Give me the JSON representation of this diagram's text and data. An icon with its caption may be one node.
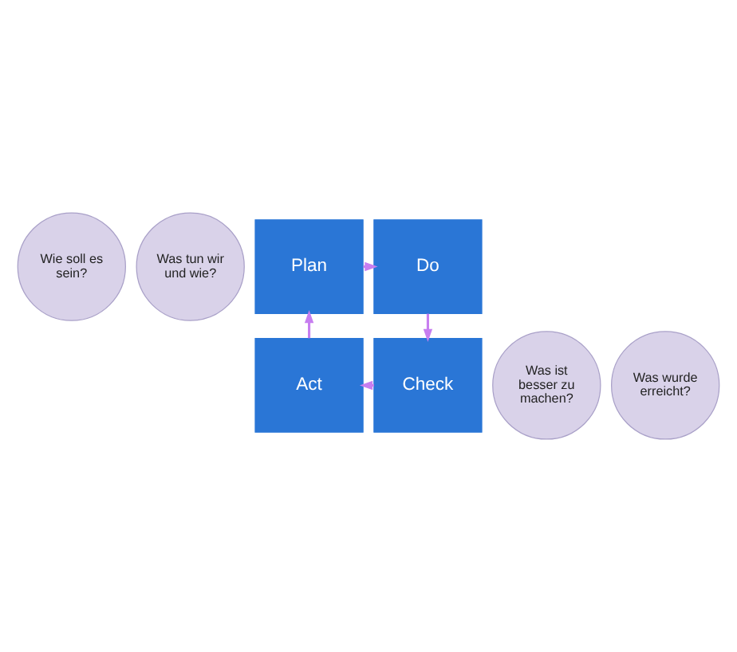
{
  "diagram": {
    "nodes": [
      {
        "text": [
          "Wie soll es sein?"
        ]
      },
      {
        "text": [
          "Was tun wir und wie?"
        ]
      },
      {
        "text": [
          "Plan"
        ]
      },
      {
        "text": [
          "Do"
        ]
      },
      {
        "text": [
          "Act"
        ]
      },
      {
        "text": [
          "Check"
        ]
      },
      {
        "text": [
          "Was ist besser zu machen?"
        ]
      },
      {
        "text": [
          "Was wurde erreicht?"
        ]
      }
    ],
    "edges": [
      {
        "from": 2,
        "to": 3,
        "arrow": "to"
      },
      {
        "from": 3,
        "to": 5,
        "arrow": "to"
      },
      {
        "from": 5,
        "to": 4,
        "arrow": "to"
      },
      {
        "from": 4,
        "to": 2,
        "arrow": "to"
      }
    ]
  }
}
